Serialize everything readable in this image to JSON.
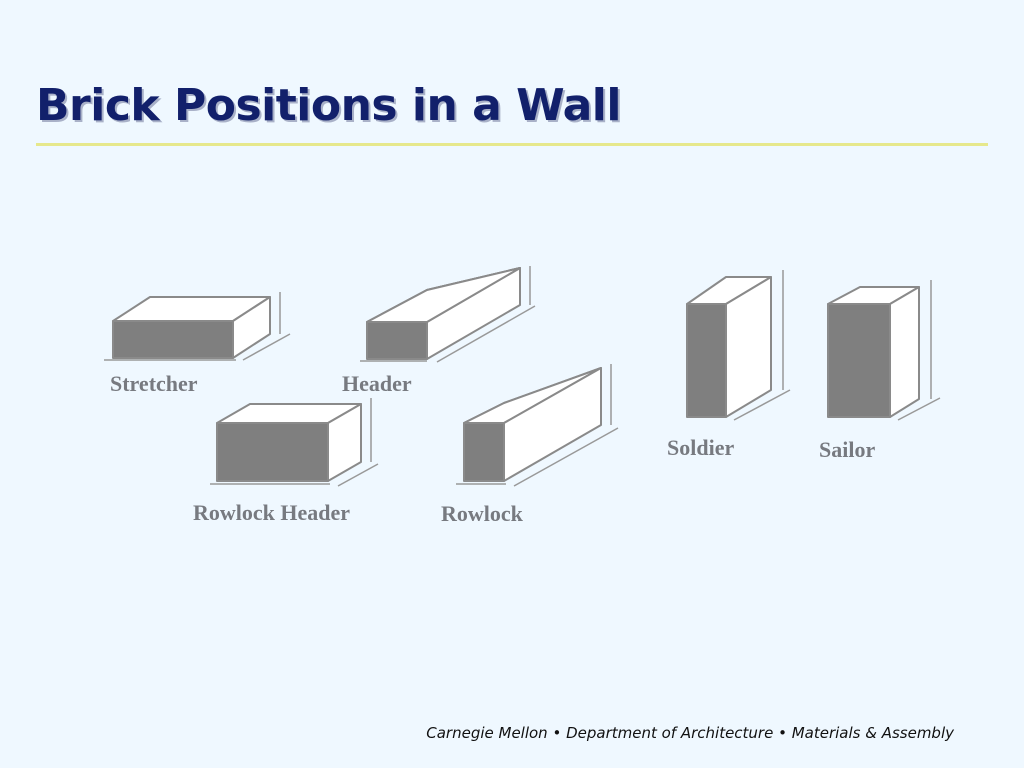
{
  "slide": {
    "title": "Brick Positions in a Wall",
    "footer": "Carnegie Mellon • Department of Architecture • Materials & Assembly"
  },
  "bricks": [
    {
      "id": "stretcher",
      "label": "Stretcher"
    },
    {
      "id": "header",
      "label": "Header"
    },
    {
      "id": "rowlock-header",
      "label": "Rowlock Header"
    },
    {
      "id": "rowlock",
      "label": "Rowlock"
    },
    {
      "id": "soldier",
      "label": "Soldier"
    },
    {
      "id": "sailor",
      "label": "Sailor"
    }
  ],
  "colors": {
    "background": "#eff8ff",
    "title": "#12206b",
    "rule": "#e6e88c",
    "exposed_face": "#7f7f7f",
    "outline": "#8a8a8a",
    "label": "#777a80"
  }
}
